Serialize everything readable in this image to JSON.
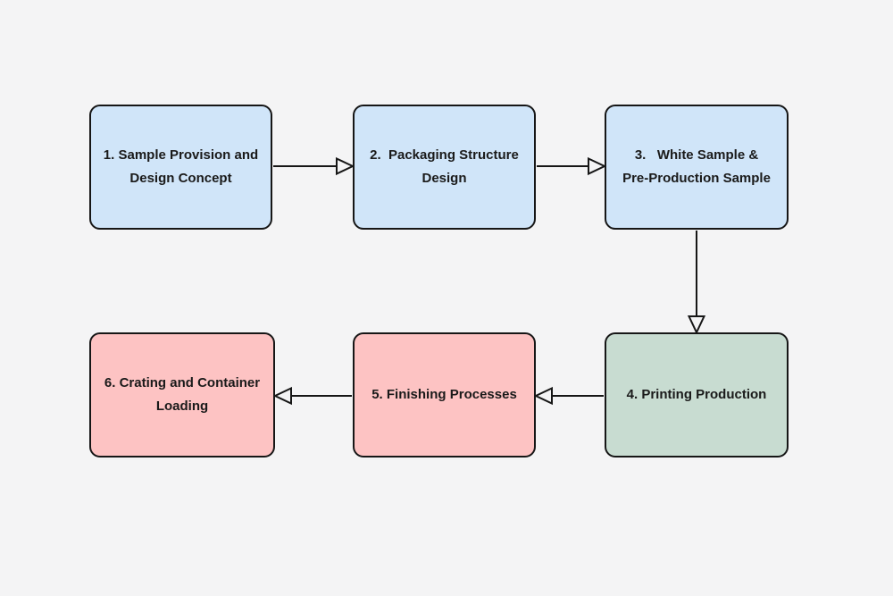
{
  "diagram": {
    "type": "flowchart",
    "background_color": "#f4f4f5",
    "node_border_color": "#161616",
    "arrow_color": "#161616",
    "arrowhead_style": "open-hollow-triangle",
    "nodes": [
      {
        "id": "1",
        "label": "1. Sample Provision and\nDesign Concept",
        "fill": "#d0e5f9",
        "color_name": "light-blue"
      },
      {
        "id": "2",
        "label": "2.  Packaging Structure\nDesign",
        "fill": "#d0e5f9",
        "color_name": "light-blue"
      },
      {
        "id": "3",
        "label": "3.   White Sample &\nPre-Production Sample",
        "fill": "#d0e5f9",
        "color_name": "light-blue"
      },
      {
        "id": "4",
        "label": "4. Printing Production",
        "fill": "#c8dcd1",
        "color_name": "light-green"
      },
      {
        "id": "5",
        "label": "5. Finishing Processes",
        "fill": "#fdc3c3",
        "color_name": "light-pink"
      },
      {
        "id": "6",
        "label": "6. Crating and Container\nLoading",
        "fill": "#fdc3c3",
        "color_name": "light-pink"
      }
    ],
    "edges": [
      {
        "from": "1",
        "to": "2",
        "direction": "right"
      },
      {
        "from": "2",
        "to": "3",
        "direction": "right"
      },
      {
        "from": "3",
        "to": "4",
        "direction": "down"
      },
      {
        "from": "4",
        "to": "5",
        "direction": "left"
      },
      {
        "from": "5",
        "to": "6",
        "direction": "left"
      }
    ]
  }
}
